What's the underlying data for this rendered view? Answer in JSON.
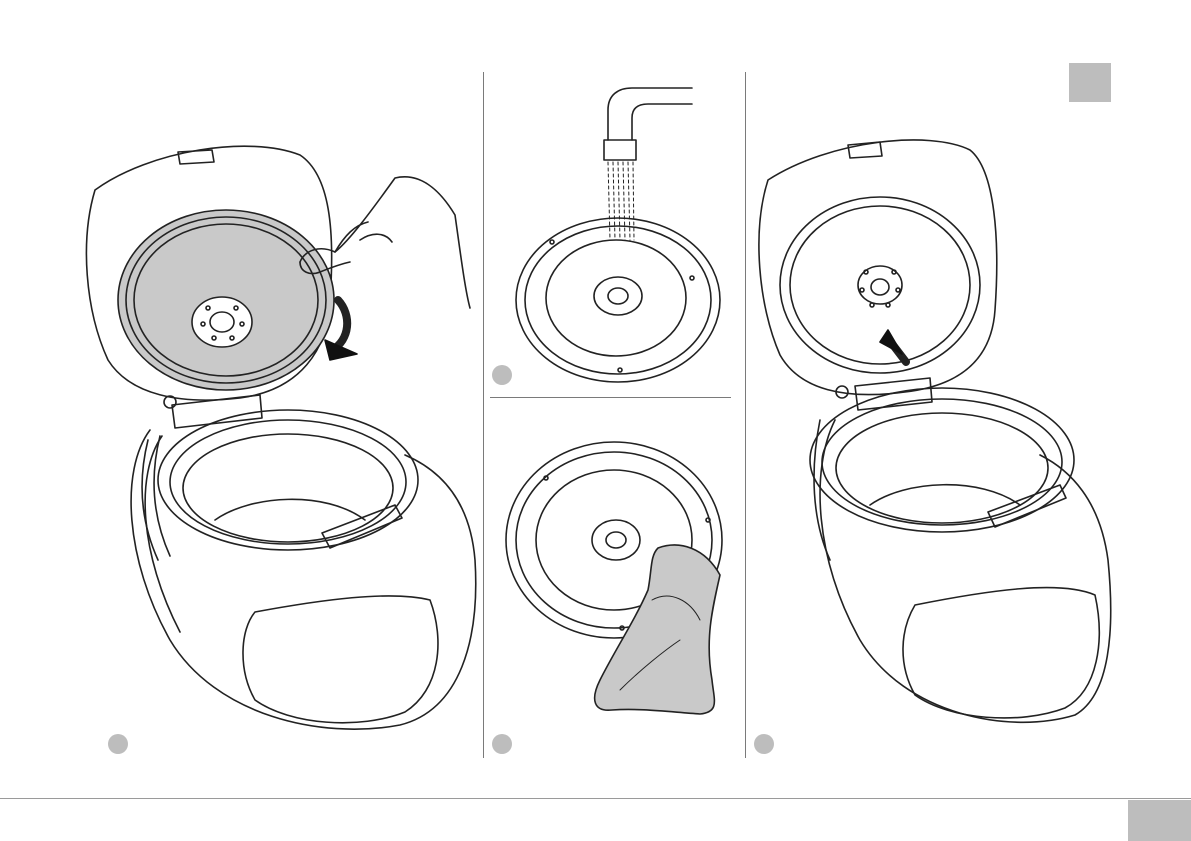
{
  "document": {
    "panels": [
      {
        "id": "remove-gasket",
        "step_marker": ""
      },
      {
        "id": "rinse-under-tap",
        "step_marker": ""
      },
      {
        "id": "wipe-with-cloth",
        "step_marker": ""
      },
      {
        "id": "refit-gasket",
        "step_marker": ""
      }
    ],
    "page_tab": "",
    "corner_tab": ""
  },
  "colors": {
    "line": "#222222",
    "fill_grey": "#c9c9c9",
    "badge": "#bdbdbd",
    "rule": "#9a9a9a",
    "background": "#ffffff"
  }
}
